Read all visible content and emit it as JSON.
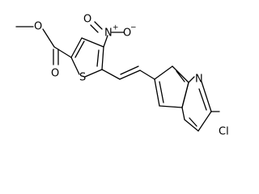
{
  "molecule": {
    "labels": {
      "ester_oxygen_top": "O",
      "ester_oxygen_bottom": "O",
      "nitro_oxygen_left": "O",
      "nitro_nitrogen": "N",
      "nitro_oxygen_right": "O",
      "thiophene_sulfur": "S",
      "quinoline_nitrogen": "N",
      "chlorine": "Cl",
      "nitro_minus": "−",
      "nitro_plus": "+"
    }
  }
}
